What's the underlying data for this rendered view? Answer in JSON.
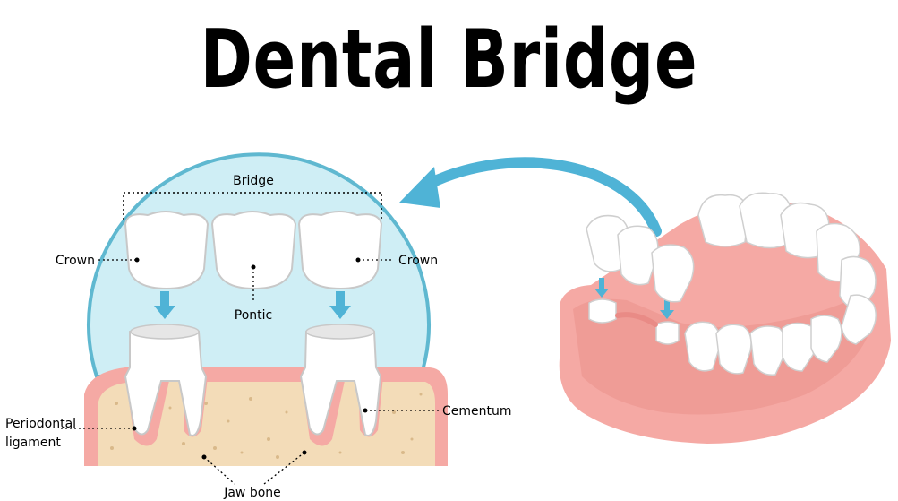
{
  "title": "Dental Bridge",
  "labels": {
    "bridge": "Bridge",
    "crown_left": "Crown",
    "crown_right": "Crown",
    "pontic": "Pontic",
    "cementum": "Cementum",
    "periodontal_line1": "Periodontal",
    "periodontal_line2": "ligament",
    "jaw_bone": "Jaw bone"
  },
  "colors": {
    "circle_fill": "#cfeef5",
    "circle_stroke": "#5fb8d0",
    "arrow": "#4fb3d6",
    "gum": "#f5a9a4",
    "gum_dark": "#e98b86",
    "bone": "#f3dcb8",
    "tooth": "#ffffff",
    "tooth_shade": "#d9d9d9"
  }
}
